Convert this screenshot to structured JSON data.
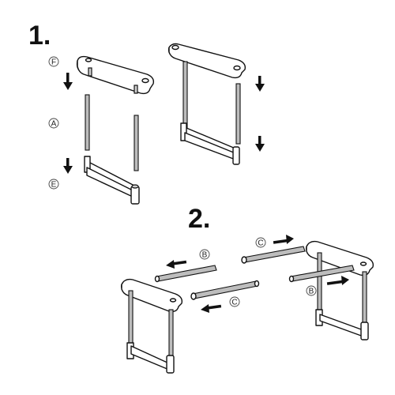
{
  "steps": {
    "step1": "1.",
    "step2": "2."
  },
  "part_labels": {
    "F": "F",
    "A": "A",
    "E": "E",
    "B": "B",
    "C": "C"
  },
  "colors": {
    "ink": "#111111",
    "rod_fill": "#bdbdbd",
    "background": "#ffffff"
  }
}
